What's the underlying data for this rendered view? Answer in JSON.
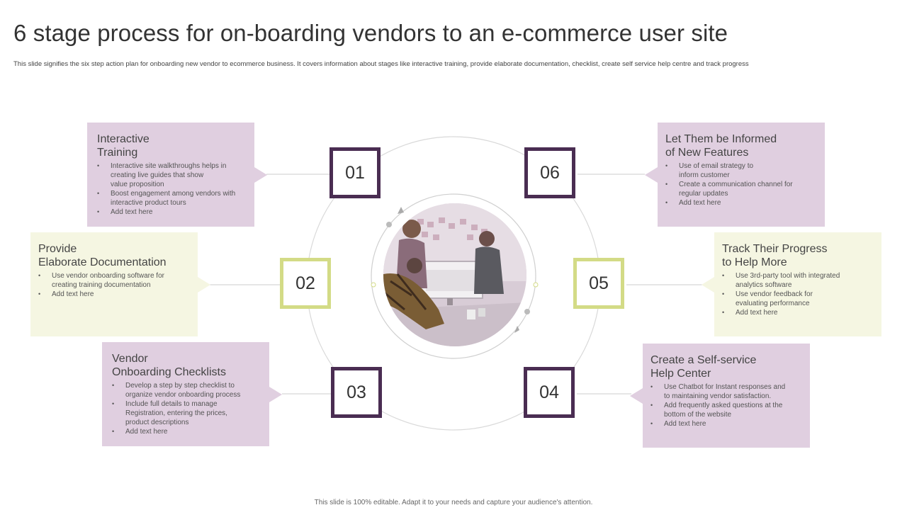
{
  "header": {
    "title": "6 stage process for on-boarding vendors to an e-commerce user site",
    "subtitle": "This slide signifies the six step action plan for onboarding new vendor to ecommerce business. It covers information  about stages like interactive training, provide elaborate documentation,  checklist, create self service help centre and track progress"
  },
  "colors": {
    "dark_purple": "#4a2d52",
    "lime": "#d3db86",
    "card_purple": "#e0cfe0",
    "card_green": "#f5f6e2"
  },
  "stages": [
    {
      "number": "01",
      "title": "Interactive\nTraining",
      "bullets": [
        "Interactive site walkthroughs helps in\ncreating live guides that show\nvalue proposition",
        "Boost engagement among vendors with\ninteractive product tours",
        "Add text here"
      ]
    },
    {
      "number": "02",
      "title": "Provide\nElaborate Documentation",
      "bullets": [
        "Use vendor onboarding software for\ncreating training documentation",
        "Add text here"
      ]
    },
    {
      "number": "03",
      "title": "Vendor\nOnboarding Checklists",
      "bullets": [
        "Develop a step by step checklist to\norganize vendor onboarding process",
        "Include  full details to manage\nRegistration, entering the prices,\nproduct descriptions",
        "Add text here"
      ]
    },
    {
      "number": "04",
      "title": "Create a Self-service\nHelp Center",
      "bullets": [
        "Use Chatbot for Instant responses and\nto maintaining  vendor satisfaction.",
        "Add frequently asked questions at the\nbottom of the website",
        "Add text here"
      ]
    },
    {
      "number": "05",
      "title": "Track Their Progress\nto Help More",
      "bullets": [
        "Use 3rd-party tool with integrated\nanalytics software",
        "Use vendor feedback for\nevaluating performance",
        "Add text here"
      ]
    },
    {
      "number": "06",
      "title": "Let Them be Informed\nof New Features",
      "bullets": [
        "Use of email strategy to\ninform customer",
        "Create a communication channel for\nregular updates",
        "Add text here"
      ]
    }
  ],
  "footer": {
    "text": "This slide is 100% editable.  Adapt it to your needs and capture your audience's attention."
  }
}
